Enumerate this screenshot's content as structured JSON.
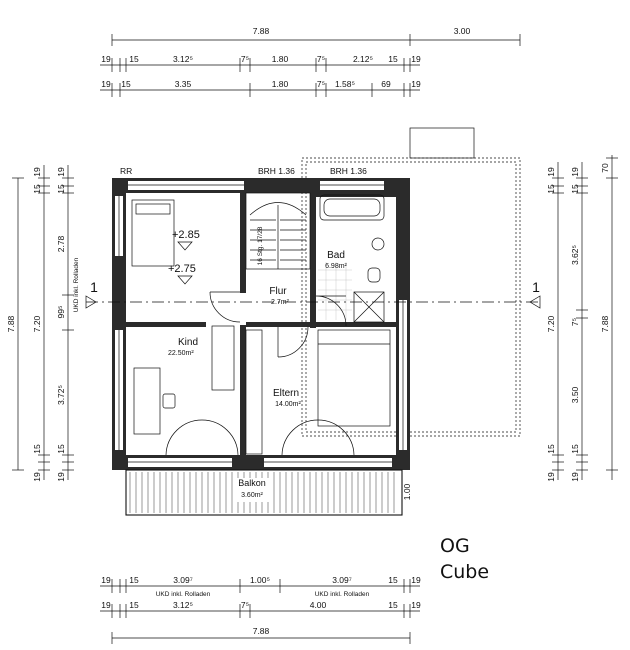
{
  "title": {
    "line1": "OG",
    "line2": "Cube"
  },
  "dims_top": {
    "overall": "7.88",
    "overall_right": "3.00",
    "row1": [
      "19",
      "15",
      "3.12⁵",
      "7⁵",
      "1.80",
      "7⁵",
      "2.12⁵",
      "15",
      "19"
    ],
    "row2": [
      "19",
      "15",
      "3.35",
      "1.80",
      "7⁵",
      "1.58⁵",
      "69",
      "15",
      "19"
    ]
  },
  "dims_bottom": {
    "row1": [
      "19",
      "15",
      "3.09⁷",
      "1.00⁵",
      "3.09⁷",
      "15",
      "19"
    ],
    "row1_notes": [
      "UKD inkl. Rolladen",
      "UKD inkl. Rolladen"
    ],
    "row2": [
      "19",
      "15",
      "3.12⁵",
      "7⁵",
      "4.00",
      "15",
      "19"
    ],
    "overall": "7.88"
  },
  "dims_left": {
    "outer": "7.88",
    "col1": [
      "19",
      "15",
      "7.20",
      "15",
      "19"
    ],
    "col2": [
      "19",
      "15",
      "2.78",
      "99⁵",
      "3.72⁵",
      "15",
      "19"
    ],
    "note": "UKD inkl. Rolladen"
  },
  "dims_right": {
    "outer": "7.88",
    "top": "70",
    "col1": [
      "19",
      "15",
      "7.20",
      "15",
      "19"
    ],
    "col2": [
      "19",
      "15",
      "3.62⁵",
      "7⁵",
      "3.50",
      "15",
      "19"
    ]
  },
  "rooms": [
    {
      "name": "Kind",
      "area": "22.50m²"
    },
    {
      "name": "Flur",
      "area": "2.7m²"
    },
    {
      "name": "Bad",
      "area": "6.98m²"
    },
    {
      "name": "Eltern",
      "area": "14.00m²"
    },
    {
      "name": "Balkon",
      "area": "3.60m²"
    }
  ],
  "annotations": {
    "rr": "RR",
    "brh_left": "BRH 1.36",
    "brh_right": "BRH 1.36",
    "level_upper": "+2.85",
    "level_lower": "+2.75",
    "stairs": "16 Stg. 17/28",
    "balcony_depth": "1.00",
    "section_left": "1",
    "section_right": "1"
  }
}
